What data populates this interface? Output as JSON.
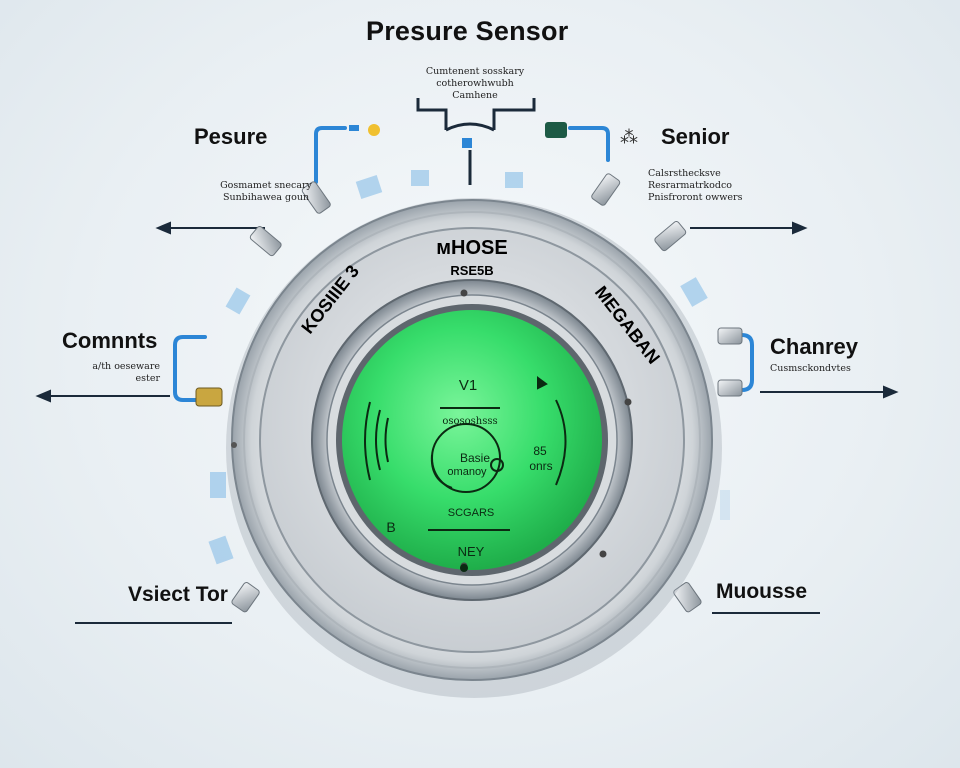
{
  "title": "Presure Sensor",
  "top_caption": [
    "Cumtenent sosskary",
    "cotherowhwubh",
    "Camhene"
  ],
  "labels": {
    "pressure": "Pesure",
    "senior": "Senior",
    "comments": "Comnnts",
    "chanrey": "Chanrey",
    "valve": "Vsiect Tor",
    "mousse": "Muousse"
  },
  "left_caption": [
    "Gosmamet snecary",
    "Sunbihawea goun"
  ],
  "right_caption": [
    "Calsrsthecksve",
    "Resrarmatrkodco",
    "Pnisfroront owwers"
  ],
  "comments_caption": [
    "a/th oeseware",
    "ester"
  ],
  "chanrey_caption": "Cusmsckondvtes",
  "dial_text": {
    "top": "ᴍHOSE",
    "top_sub": "RSE5B",
    "left_arc": "KOSIIIE 3",
    "right_arc": "MEGABAN"
  },
  "screen_text": {
    "top": "V1",
    "line1": "osososhsss",
    "center1": "Basie",
    "center2": "omanoy",
    "right1": "85",
    "right2": "onrs",
    "left": "B",
    "line2": "SCGARS",
    "bottom": "NEY"
  },
  "colors": {
    "accent_blue": "#2c86d6",
    "screen_green": "#37dd6b",
    "metal": "#c9ced3"
  }
}
